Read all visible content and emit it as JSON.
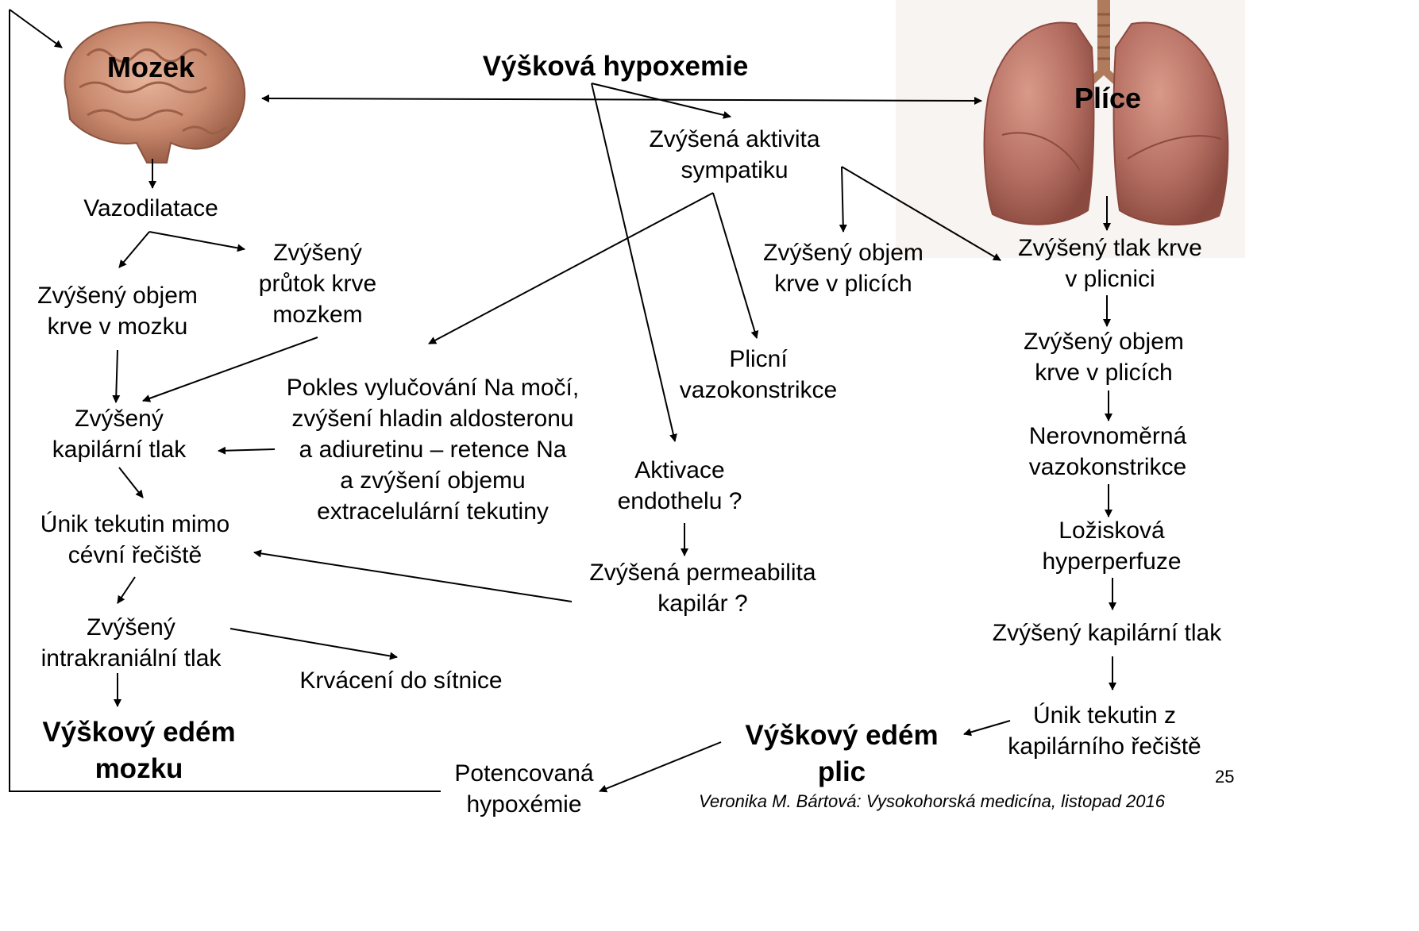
{
  "diagram": {
    "title": "Výšková hypoxemie",
    "organs": {
      "brain": "Mozek",
      "lungs": "Plíce"
    },
    "nodes": {
      "vazodilatace": "Vazodilatace",
      "objem_mozek": [
        "Zvýšený objem",
        "krve v mozku"
      ],
      "prutok_mozek": [
        "Zvýšený",
        "průtok krve",
        "mozkem"
      ],
      "kapilarni_mozek": [
        "Zvýšený",
        "kapilární tlak"
      ],
      "unik_mozek": [
        "Únik tekutin mimo",
        "cévní řečiště"
      ],
      "intrakranialni": [
        "Zvýšený",
        "intrakraniální tlak"
      ],
      "krvaceni": "Krvácení do sítnice",
      "edem_mozku": [
        "Výškový edém",
        "mozku"
      ],
      "potencovana": [
        "Potencovaná",
        "hypoxémie"
      ],
      "sympatikus": [
        "Zvýšená aktivita",
        "sympatiku"
      ],
      "pokles": [
        "Pokles vylučování Na močí,",
        "zvýšení hladin aldosteronu",
        "a adiuretinu – retence Na",
        "a zvýšení objemu",
        "extracelulární tekutiny"
      ],
      "objem_plice_mid": [
        "Zvýšený objem",
        "krve v plicích"
      ],
      "plicni_vazokonstrikce": [
        "Plicní",
        "vazokonstrikce"
      ],
      "endothel": [
        "Aktivace",
        "endothelu ?"
      ],
      "permeabilita": [
        "Zvýšená permeabilita",
        "kapilár ?"
      ],
      "tlak_plicnice": [
        "Zvýšený tlak krve",
        "v plicnici"
      ],
      "objem_plice_right": [
        "Zvýšený objem",
        "krve v plicích"
      ],
      "nerovnomerna": [
        "Nerovnoměrná",
        "vazokonstrikce"
      ],
      "loziskova": [
        "Ložisková",
        "hyperperfuze"
      ],
      "kapilarni_plice": "Zvýšený kapilární tlak",
      "unik_plice": [
        "Únik tekutin z",
        "kapilárního řečiště"
      ],
      "edem_plic": [
        "Výškový edém",
        "plic"
      ]
    }
  },
  "footer": {
    "page_number": "25",
    "credit": "Veronika M. Bártová: Vysokohorská medicína, listopad 2016"
  },
  "colors": {
    "line": "#000000",
    "brain": "#c98a6f",
    "lung": "#b56f62",
    "trachea": "#b07a5c"
  }
}
